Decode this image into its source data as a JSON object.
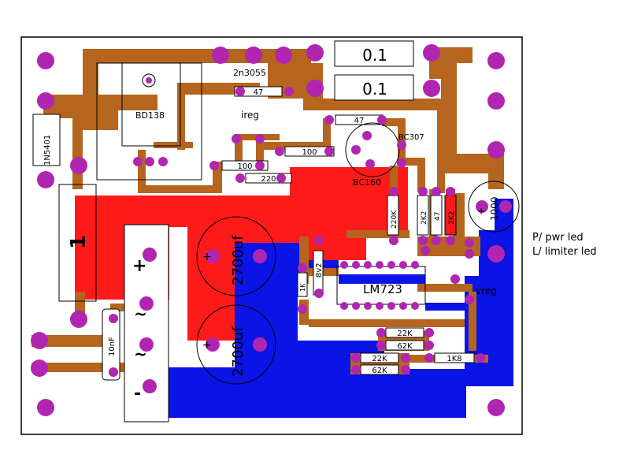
{
  "labels": {
    "r_top1": "0.1",
    "r_top2": "0.1",
    "q_power": "2n3055",
    "r_47a": "47",
    "q_driver": "BD138",
    "diode": "1N5401",
    "ireg": "ireg",
    "r_47b": "47",
    "q_bc307": "BC307",
    "r_100a": "100",
    "r_100b": "100",
    "r_220": "220",
    "q_bc160": "BC160",
    "cap_1000": "1000",
    "r_220k": "220K",
    "r_2k2a": "2K2",
    "r_47c": "47",
    "r_2k2b": "2K2",
    "fuse_mark": "1",
    "plus": "+",
    "tilde": "~",
    "minus": "-",
    "cap_2700a": "2700uf",
    "cap_2700b": "2700uf",
    "zener": "8v2",
    "r_1k": "1K",
    "ic": "LM723",
    "vreg": "vreg",
    "r_22ka": "22K",
    "r_62ka": "62K",
    "r_22kb": "22K",
    "r_62kb": "62K",
    "r_1k8": "1K8",
    "cap_10nf": "10nF"
  },
  "legend": {
    "line1": "P/ pwr led",
    "line2": "L/ limiter led"
  },
  "colors": {
    "copper": "#b5651d",
    "red_plane": "#ff1a1a",
    "blue_plane": "#0a14e6",
    "pad": "#b026b0"
  }
}
